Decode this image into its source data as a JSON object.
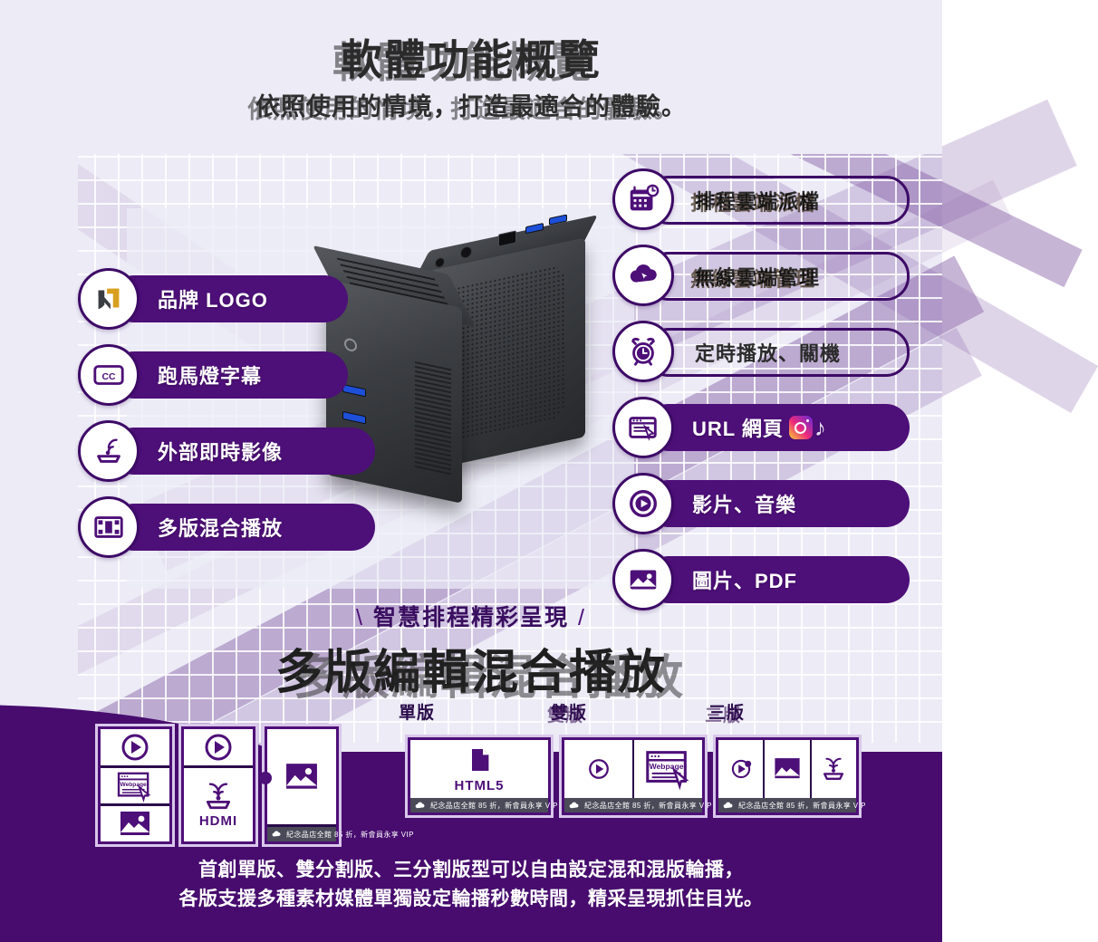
{
  "header": {
    "title": "軟體功能概覽",
    "subtitle": "依照使用的情境，打造最適合的體驗。"
  },
  "colors": {
    "background": "#ecebf6",
    "pill_fill": "#4d0f78",
    "pill_border": "#3d0a66",
    "band": "#470c6e",
    "accent_gold": "#d8a01e"
  },
  "left_features": [
    {
      "label": "品牌 LOGO",
      "icon": "brand-logo-n-icon",
      "style": "filled"
    },
    {
      "label": "跑馬燈字幕",
      "icon": "closed-caption-icon",
      "style": "filled"
    },
    {
      "label": "外部即時影像",
      "icon": "hdmi-signal-icon",
      "style": "filled"
    },
    {
      "label": "多版混合播放",
      "icon": "film-grid-icon",
      "style": "filled"
    }
  ],
  "right_features": [
    {
      "label": "排程雲端派檔",
      "icon": "calendar-clock-icon",
      "style": "outline",
      "ghosted": true
    },
    {
      "label": "無線雲端管理",
      "icon": "cloud-cursor-icon",
      "style": "outline",
      "ghosted": true
    },
    {
      "label": "定時播放、關機",
      "icon": "alarm-clock-icon",
      "style": "outline",
      "ghosted": false
    },
    {
      "label": "URL 網頁",
      "icon": "browser-cursor-icon",
      "style": "filled",
      "ghosted": false,
      "social": [
        "instagram-icon",
        "tiktok-icon"
      ]
    },
    {
      "label": "影片、音樂",
      "icon": "play-circle-icon",
      "style": "filled",
      "ghosted": false
    },
    {
      "label": "圖片、PDF",
      "icon": "image-icon",
      "style": "filled",
      "ghosted": false
    }
  ],
  "mid_section": {
    "eyebrow": "智慧排程精彩呈現",
    "heading": "多版編輯混合播放",
    "slash_left": "\\",
    "slash_right": "/"
  },
  "layout_labels": [
    {
      "label": "單版"
    },
    {
      "label": "雙版"
    },
    {
      "label": "三版"
    }
  ],
  "marquee_text": "紀念品店全館 85 折，新會員永享 VIP",
  "vertical_cards": [
    {
      "cells": [
        "play-circle-icon",
        "webpage-cursor-icon",
        "image-icon"
      ]
    },
    {
      "cells": [
        "play-circle-icon",
        "hdmi-signal-icon"
      ],
      "hdmi_label": "HDMI"
    },
    {
      "cells": [
        "image-icon"
      ]
    }
  ],
  "horizontal_cards": [
    {
      "cells": [
        {
          "icon": "html5-file-icon",
          "label": "HTML5"
        }
      ]
    },
    {
      "cells": [
        {
          "icon": "play-circle-icon",
          "label": ""
        },
        {
          "icon": "webpage-cursor-icon",
          "label": ""
        }
      ]
    },
    {
      "cells": [
        {
          "icon": "play-circle-icon",
          "label": ""
        },
        {
          "icon": "image-icon",
          "label": ""
        },
        {
          "icon": "hdmi-signal-icon",
          "label": ""
        }
      ]
    }
  ],
  "footer": {
    "line1": "首創單版、雙分割版、三分割版型可以自由設定混和混版輪播，",
    "line2": "各版支援多種素材媒體單獨設定輪播秒數時間，精采呈現抓住目光。"
  }
}
